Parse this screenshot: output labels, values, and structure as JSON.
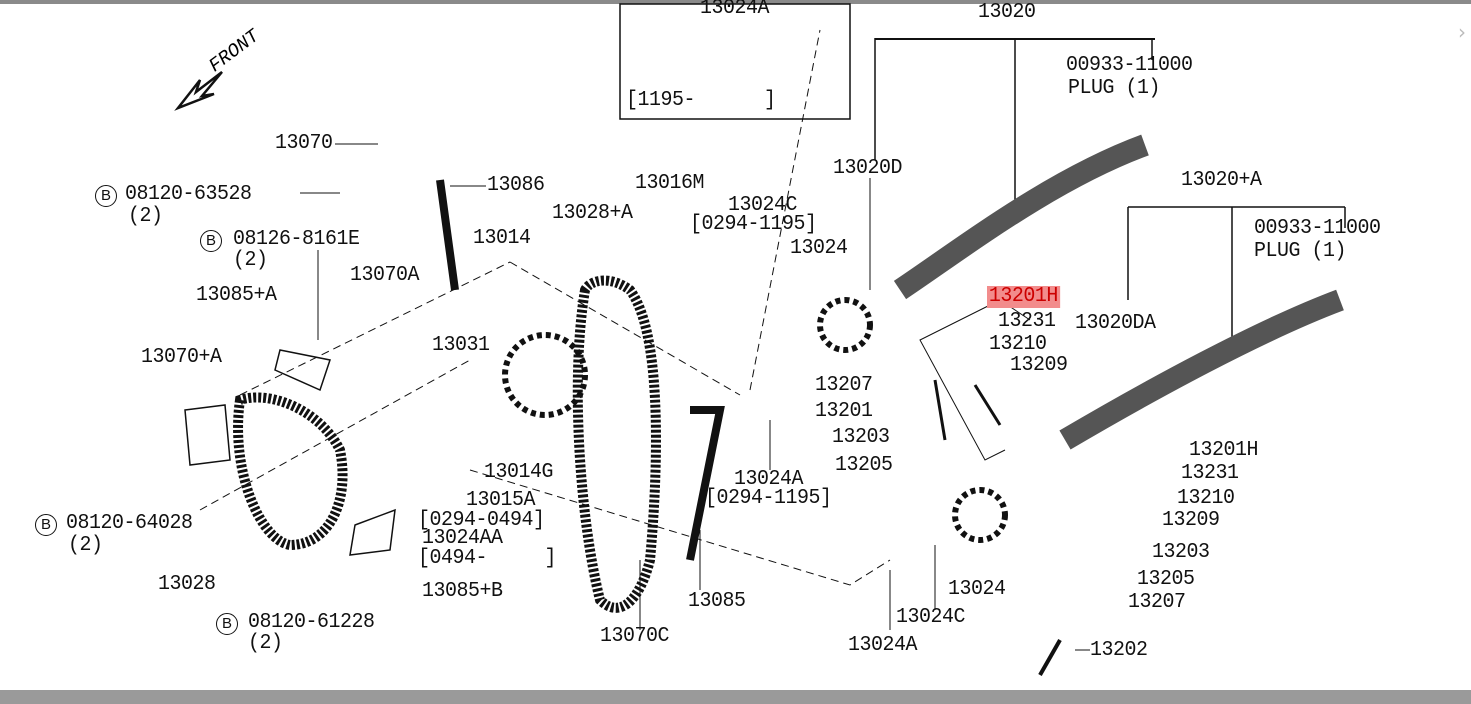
{
  "front_label": "FRONT",
  "bolt_marker": "B",
  "labels": [
    "13024A",
    "[1195-      ]",
    "13020",
    "00933-11000",
    "PLUG (1)",
    "13070",
    "08120-63528",
    "(2)",
    "13086",
    "13016M",
    "13028+A",
    "13024C",
    "[0294-1195]",
    "13020D",
    "13020+A",
    "00933-11000",
    "PLUG (1)",
    "08126-8161E",
    "(2)",
    "13014",
    "13024",
    "13070A",
    "13085+A",
    "13201H",
    "13231",
    "13020DA",
    "13031",
    "13210",
    "13070+A",
    "13207",
    "13209",
    "13201",
    "13203",
    "13205",
    "13201H",
    "13014G",
    "13024A",
    "[0294-1195]",
    "13231",
    "13015A",
    "13210",
    "[0294-0494]",
    "08120-64028",
    "(2)",
    "13209",
    "13024AA",
    "[0494-     ]",
    "13203",
    "13028",
    "13205",
    "13085+B",
    "13024",
    "13085",
    "13207",
    "08120-61228",
    "(2)",
    "13024C",
    "13070C",
    "13024A",
    "13202"
  ],
  "highlighted_part": "13201H",
  "highlight_color": "#f28c8c"
}
